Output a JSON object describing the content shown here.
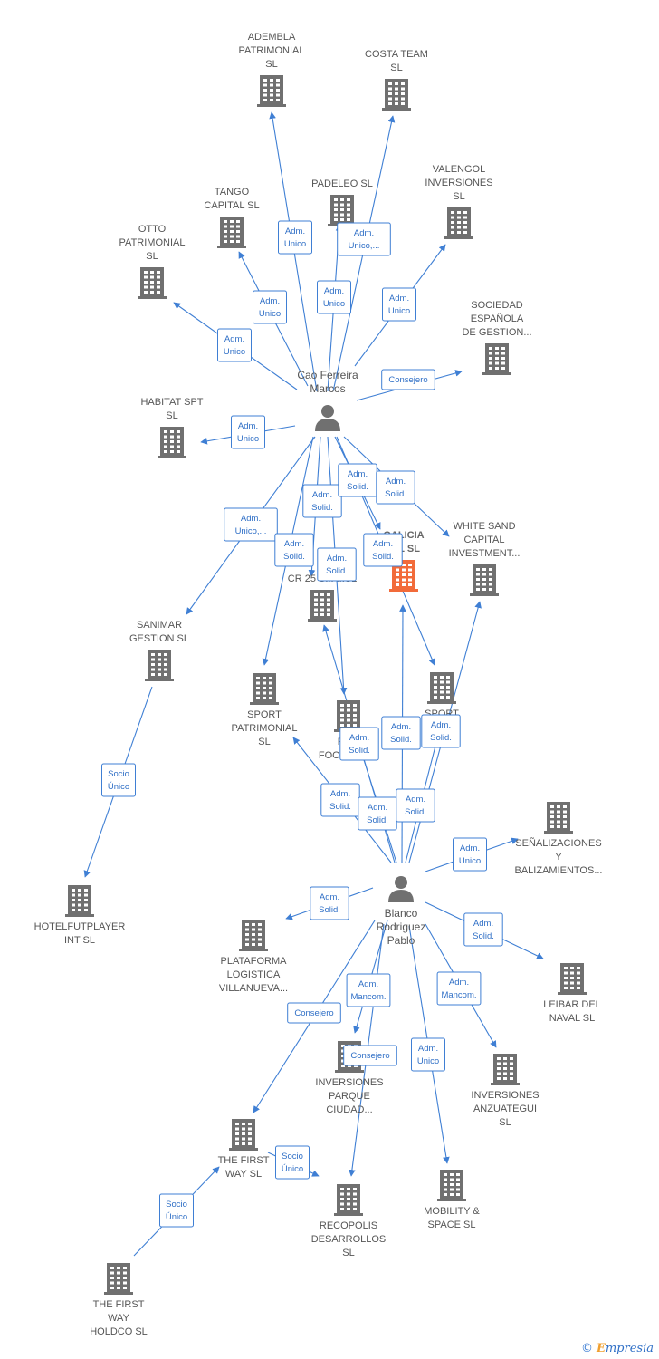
{
  "colors": {
    "edge": "#3f7fd4",
    "building": "#707070",
    "building_main": "#f26b3a",
    "person": "#707070"
  },
  "footer": {
    "copyright": "©",
    "brand_initial": "E",
    "brand_rest": "mpresia"
  },
  "persons": [
    {
      "id": "cao",
      "lines": [
        "Cao Ferreira",
        "Marcos"
      ]
    },
    {
      "id": "blanco",
      "lines": [
        "Blanco",
        "Rodriguez",
        "Pablo"
      ]
    }
  ],
  "companies": [
    {
      "id": "adembla",
      "lines": [
        "ADEMBLA",
        "PATRIMONIAL",
        "SL"
      ]
    },
    {
      "id": "costa",
      "lines": [
        "COSTA TEAM",
        "SL"
      ]
    },
    {
      "id": "padeleo",
      "lines": [
        "PADELEO  SL"
      ]
    },
    {
      "id": "valengol",
      "lines": [
        "VALENGOL",
        "INVERSIONES",
        "SL"
      ]
    },
    {
      "id": "tango",
      "lines": [
        "TANGO",
        "CAPITAL  SL"
      ]
    },
    {
      "id": "otto",
      "lines": [
        "OTTO",
        "PATRIMONIAL",
        "SL"
      ]
    },
    {
      "id": "sociedad",
      "lines": [
        "SOCIEDAD",
        "ESPAÑOLA",
        "DE GESTION..."
      ]
    },
    {
      "id": "habitat",
      "lines": [
        "HABITAT SPT",
        "SL"
      ]
    },
    {
      "id": "galicia",
      "lines": [
        "GALICIA",
        "...IL  SL"
      ],
      "main": true
    },
    {
      "id": "whitesand",
      "lines": [
        "WHITE SAND",
        "CAPITAL",
        "INVESTMENT..."
      ]
    },
    {
      "id": "cr25",
      "lines": [
        "CR 25 S... ...SL"
      ]
    },
    {
      "id": "sanimar",
      "lines": [
        "SANIMAR",
        "GESTION  SL"
      ]
    },
    {
      "id": "sportpat",
      "lines": [
        "SPORT",
        "PATRIMONIAL",
        "SL"
      ]
    },
    {
      "id": "food",
      "lines": [
        "FO...",
        "FOOD ...L SL"
      ]
    },
    {
      "id": "sportx",
      "lines": [
        "SPORT",
        "...S..."
      ]
    },
    {
      "id": "senal",
      "lines": [
        "SEÑALIZACIONES",
        "Y",
        "BALIZAMIENTOS..."
      ]
    },
    {
      "id": "hotel",
      "lines": [
        "HOTELFUTPLAYER",
        "INT  SL"
      ]
    },
    {
      "id": "plataforma",
      "lines": [
        "PLATAFORMA",
        "LOGISTICA",
        "VILLANUEVA..."
      ]
    },
    {
      "id": "leibar",
      "lines": [
        "LEIBAR DEL",
        "NAVAL  SL"
      ]
    },
    {
      "id": "parque",
      "lines": [
        "INVERSIONES",
        "PARQUE",
        "CIUDAD..."
      ]
    },
    {
      "id": "anzuategui",
      "lines": [
        "INVERSIONES",
        "ANZUATEGUI",
        "SL"
      ]
    },
    {
      "id": "firstway",
      "lines": [
        "THE FIRST",
        "WAY  SL"
      ]
    },
    {
      "id": "recopolis",
      "lines": [
        "RECOPOLIS",
        "DESARROLLOS",
        "SL"
      ]
    },
    {
      "id": "mobility",
      "lines": [
        "MOBILITY &",
        "SPACE  SL"
      ]
    },
    {
      "id": "holdco",
      "lines": [
        "THE FIRST",
        "WAY",
        "HOLDCO  SL"
      ]
    }
  ],
  "edges": [
    {
      "from": "cao",
      "to": "adembla",
      "label": [
        "Adm.",
        "Unico"
      ]
    },
    {
      "from": "cao",
      "to": "costa",
      "label": [
        "Adm.",
        "Unico,..."
      ]
    },
    {
      "from": "cao",
      "to": "padeleo",
      "label": [
        "Adm.",
        "Unico"
      ]
    },
    {
      "from": "cao",
      "to": "valengol",
      "label": [
        "Adm.",
        "Unico"
      ]
    },
    {
      "from": "cao",
      "to": "tango",
      "label": [
        "Adm.",
        "Unico"
      ]
    },
    {
      "from": "cao",
      "to": "otto",
      "label": [
        "Adm.",
        "Unico"
      ]
    },
    {
      "from": "cao",
      "to": "sociedad",
      "label": [
        "Consejero"
      ]
    },
    {
      "from": "cao",
      "to": "habitat",
      "label": [
        "Adm.",
        "Unico"
      ]
    },
    {
      "from": "cao",
      "to": "sanimar",
      "label": [
        "Adm.",
        "Unico,..."
      ]
    },
    {
      "from": "cao",
      "to": "cr25",
      "label": [
        "Adm.",
        "Solid."
      ]
    },
    {
      "from": "cao",
      "to": "galicia",
      "label": [
        "Adm.",
        "Solid."
      ]
    },
    {
      "from": "cao",
      "to": "whitesand",
      "label": [
        "Adm.",
        "Solid."
      ]
    },
    {
      "from": "cao",
      "to": "sportpat",
      "label": [
        "Adm.",
        "Solid."
      ]
    },
    {
      "from": "cao",
      "to": "food",
      "label": [
        "Adm.",
        "Solid."
      ]
    },
    {
      "from": "cao",
      "to": "sportx",
      "label": [
        "Adm.",
        "Solid."
      ]
    },
    {
      "from": "sanimar",
      "to": "hotel",
      "label": [
        "Socio",
        "Único"
      ]
    },
    {
      "from": "blanco",
      "to": "sportpat",
      "label": [
        "Adm.",
        "Solid."
      ]
    },
    {
      "from": "blanco",
      "to": "food",
      "label": [
        "Adm.",
        "Solid."
      ]
    },
    {
      "from": "blanco",
      "to": "cr25",
      "label": [
        "Adm.",
        "Solid."
      ]
    },
    {
      "from": "blanco",
      "to": "galicia",
      "label": [
        "Adm.",
        "Solid."
      ]
    },
    {
      "from": "blanco",
      "to": "sportx",
      "label": [
        "Adm.",
        "Solid."
      ]
    },
    {
      "from": "blanco",
      "to": "whitesand",
      "label": [
        "Adm.",
        "Solid."
      ]
    },
    {
      "from": "blanco",
      "to": "senal",
      "label": [
        "Adm.",
        "Unico"
      ]
    },
    {
      "from": "blanco",
      "to": "plataforma",
      "label": [
        "Adm.",
        "Solid."
      ]
    },
    {
      "from": "blanco",
      "to": "leibar",
      "label": [
        "Adm.",
        "Solid."
      ]
    },
    {
      "from": "blanco",
      "to": "parque",
      "label": [
        "Adm.",
        "Mancom."
      ]
    },
    {
      "from": "blanco",
      "to": "anzuategui",
      "label": [
        "Adm.",
        "Mancom."
      ]
    },
    {
      "from": "blanco",
      "to": "firstway",
      "label": [
        "Consejero"
      ]
    },
    {
      "from": "blanco",
      "to": "recopolis",
      "label": [
        "Consejero"
      ]
    },
    {
      "from": "blanco",
      "to": "mobility",
      "label": [
        "Adm.",
        "Unico"
      ]
    },
    {
      "from": "firstway",
      "to": "recopolis",
      "label": [
        "Socio",
        "Único"
      ]
    },
    {
      "from": "holdco",
      "to": "firstway",
      "label": [
        "Socio",
        "Único"
      ]
    }
  ]
}
